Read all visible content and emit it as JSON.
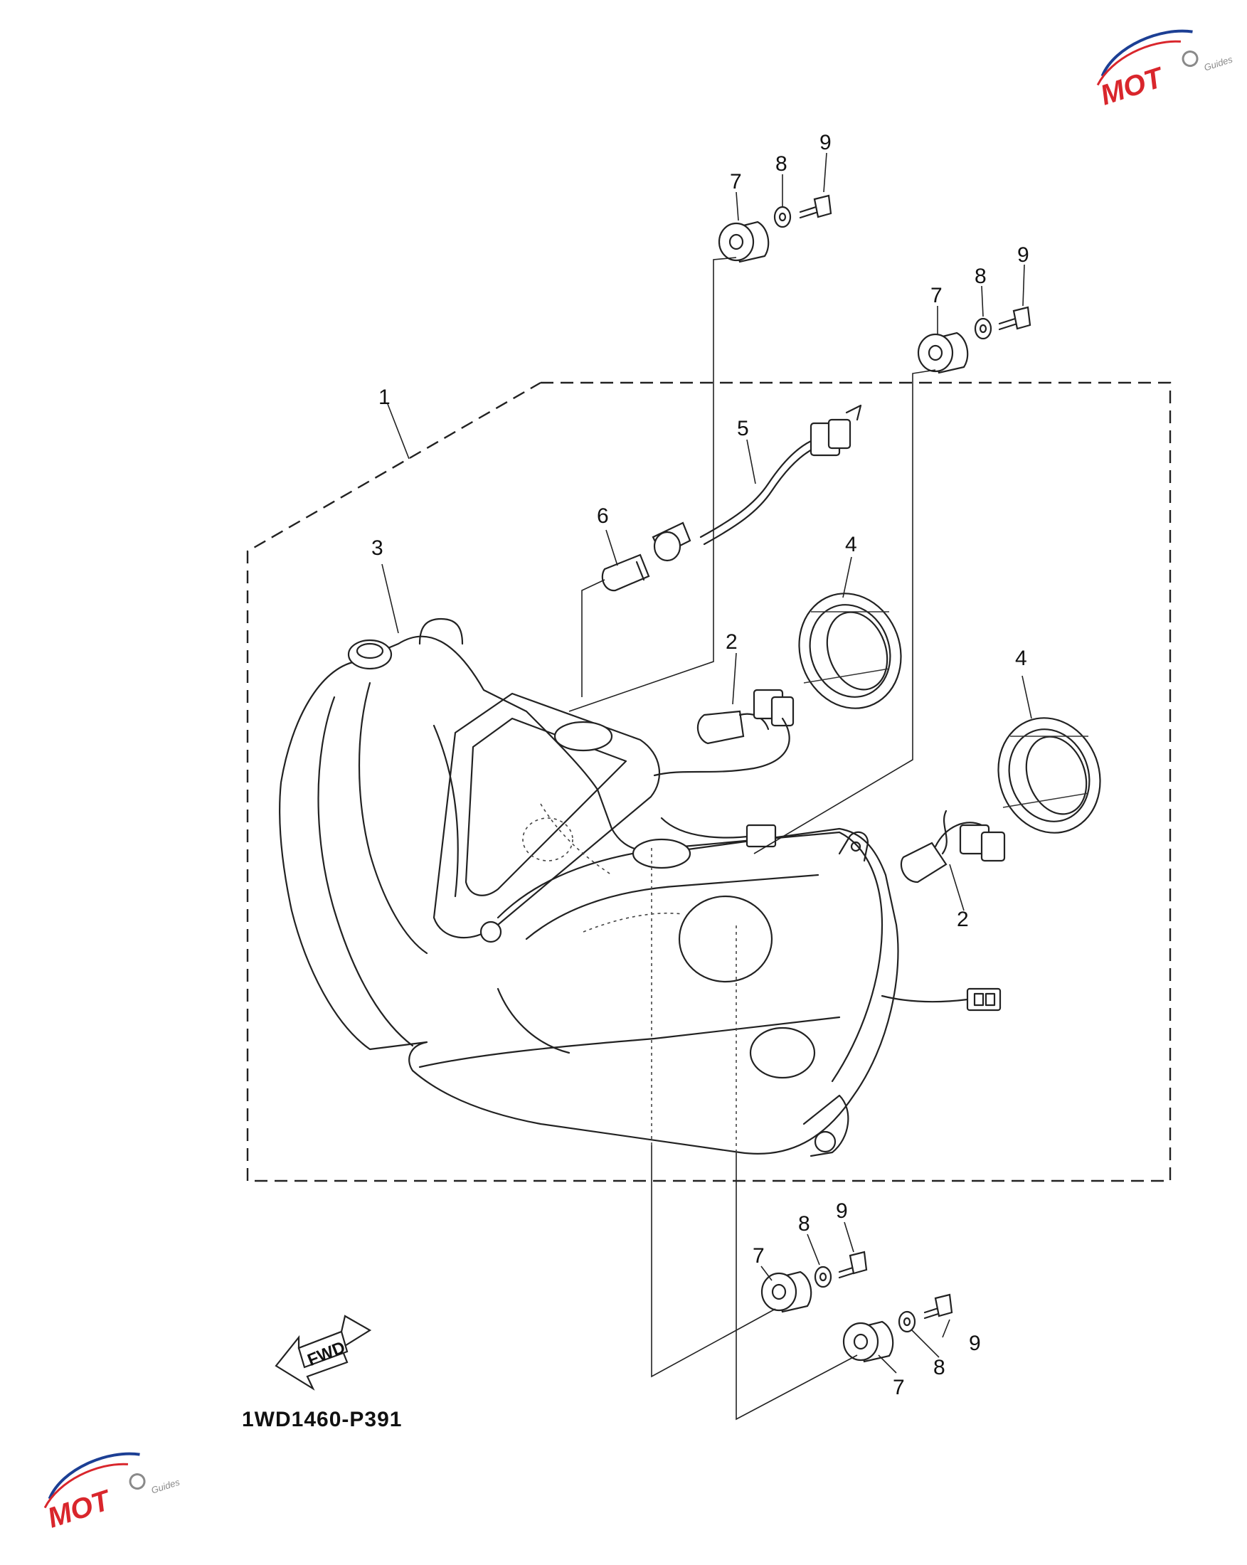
{
  "diagram": {
    "code": "1WD1460-P391",
    "fwd_label": "FWD",
    "callouts": {
      "c1": "1",
      "c2a": "2",
      "c2b": "2",
      "c3": "3",
      "c4a": "4",
      "c4b": "4",
      "c5": "5",
      "c6": "6",
      "c7a": "7",
      "c7b": "7",
      "c7c": "7",
      "c7d": "7",
      "c8a": "8",
      "c8b": "8",
      "c8c": "8",
      "c8d": "8",
      "c9a": "9",
      "c9b": "9",
      "c9c": "9",
      "c9d": "9"
    }
  },
  "watermark": {
    "brand": "MOT",
    "sub": "Guides",
    "colors": {
      "red": "#d9262c",
      "blue": "#1c3f94",
      "gray": "#8a8a8a"
    }
  }
}
